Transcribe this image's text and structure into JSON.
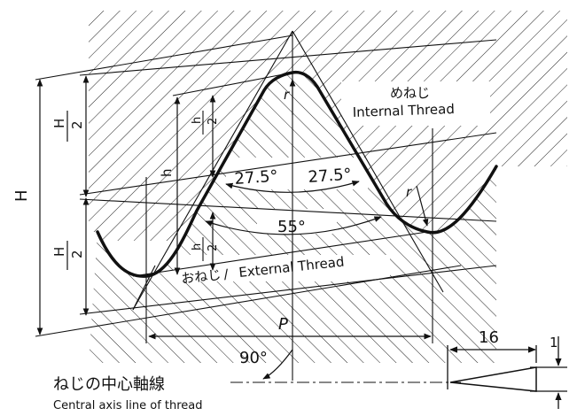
{
  "internal_thread": {
    "jp": "めねじ",
    "en": "Internal Thread"
  },
  "external_thread": {
    "jp": "おねじ",
    "separator": " /",
    "en": "External Thread"
  },
  "dimensions": {
    "H": "H",
    "H_half_num": "H",
    "H_half_den": "2",
    "h": "h",
    "h_half_num": "h",
    "h_half_den": "2",
    "P": "P",
    "r": "r",
    "half_angle_left": "27.5°",
    "half_angle_right": "27.5°",
    "full_angle": "55°",
    "right_angle": "90°",
    "taper_length": "16",
    "taper_unit": "1"
  },
  "axis": {
    "jp": "ねじの中心軸線",
    "en": "Central axis line of thread"
  },
  "colors": {
    "line": "#111111",
    "profile": "#111111",
    "background": "#ffffff"
  }
}
